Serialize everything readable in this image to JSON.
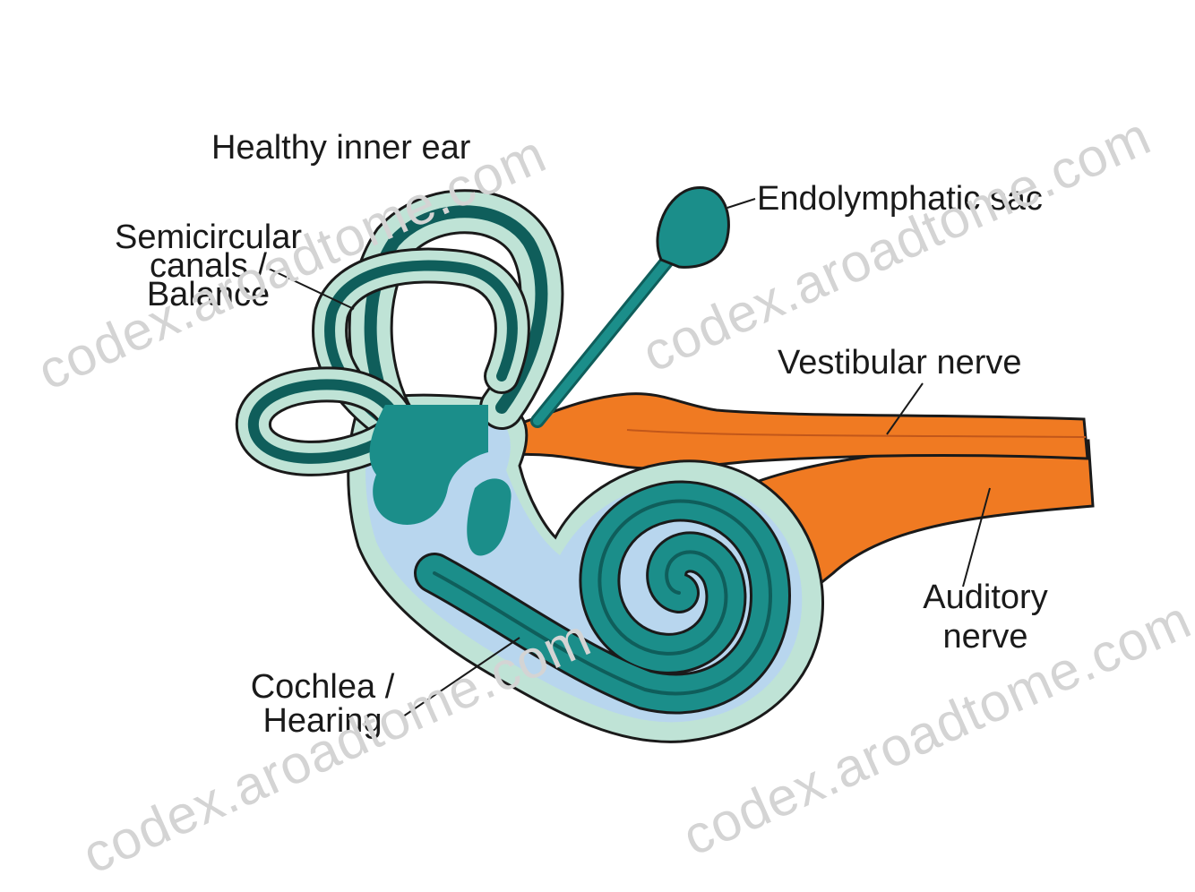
{
  "diagram": {
    "title": "Healthy inner ear",
    "labels": {
      "semicircular_line1": "Semicircular",
      "semicircular_line2": "canals /",
      "semicircular_line3": "Balance",
      "endolymphatic": "Endolymphatic sac",
      "vestibular": "Vestibular nerve",
      "auditory_line1": "Auditory",
      "auditory_line2": "nerve",
      "cochlea_line1": "Cochlea /",
      "cochlea_line2": "Hearing"
    },
    "colors": {
      "teal": "#1b8e8a",
      "teal_dark": "#0f5e5b",
      "canal_fill": "#bfe3d6",
      "perilymph": "#b8d6ee",
      "nerve": "#f07a22",
      "nerve_dark": "#c2571a"
    }
  },
  "watermark": {
    "text": "codex.aroadtome.com"
  }
}
